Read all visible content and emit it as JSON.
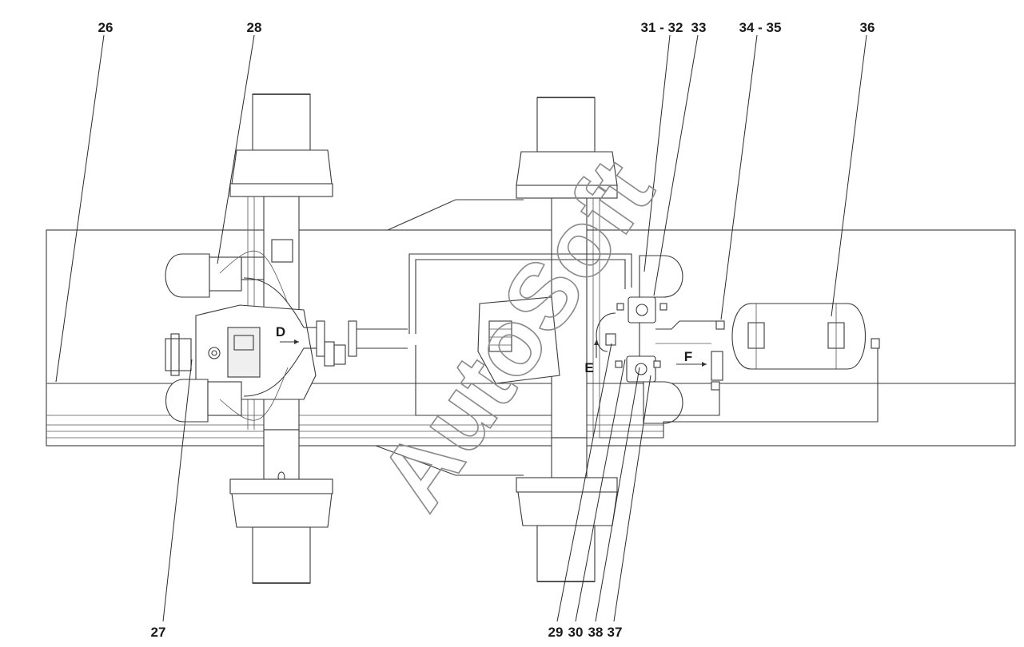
{
  "callouts": {
    "c26": "26",
    "c28": "28",
    "c31_32": "31 - 32",
    "c33": "33",
    "c34_35": "34 - 35",
    "c36": "36",
    "c27": "27",
    "c29": "29",
    "c30": "30",
    "c38": "38",
    "c37": "37"
  },
  "view_labels": {
    "d": "D",
    "e": "E",
    "f": "F"
  },
  "watermark": "AutoSoft"
}
